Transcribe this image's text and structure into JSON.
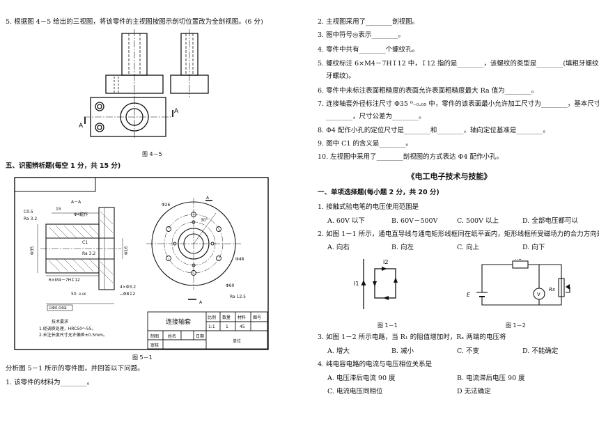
{
  "left": {
    "q5": "5. 根据图 4－5 给出的三视图，将该零件的主视图按图示剖切位置改为全剖视图。(6 分)",
    "fig45_caption": "图 4－5",
    "fig45_section_labels": {
      "a_right": "A",
      "a_left": "A"
    },
    "section5_heading": "五、识图辨析题(每空 1 分，共 15 分)",
    "fig51_caption": "图 5－1",
    "fig51_text": {
      "section_label": "A－A",
      "co5": "C0.5",
      "dim15": "15",
      "phi4": "Φ4配作",
      "ra32a": "Ra 3.2",
      "ra32b": "Ra 3.2",
      "c1": "C1",
      "thread": "6×M4－7H↧12",
      "dim50": "50",
      "tol50": "-0.06",
      "holes": "4×Φ3.2",
      "cb": "⌴Φ8↧2",
      "flat": "⊡Φ0.04⊞",
      "phi35": "Φ35",
      "phi16": "Φ16",
      "phi26": "Φ26",
      "deg30": "30°",
      "phi48": "Φ48",
      "phi60": "Φ60",
      "ra125": "Ra 12.5",
      "arrow_a": "A",
      "arrow_a2": "A",
      "req_title": "技术要求",
      "req1": "1.经调质处理，HRC50～55。",
      "req2": "2.未注长度尺寸允许偏差±0.5mm。"
    },
    "title_block": {
      "name": "连接轴套",
      "headers": [
        "比例",
        "数量",
        "材料",
        "图号"
      ],
      "values": [
        "1:1",
        "1",
        "45",
        ""
      ],
      "row_labels": [
        "制图",
        "姓名",
        "日期"
      ],
      "row_label2": "审核",
      "unit": "单位"
    },
    "analyze": "分析图 5－1 所示的零件图，并回答以下问题。",
    "q1": "1. 该零件的材料为________。"
  },
  "right": {
    "q2": "2. 主视图采用了________剖视图。",
    "q3": "3. 图中符号◎表示________。",
    "q4": "4. 零件中共有________个螺纹孔。",
    "q5a": "5. 螺纹标注 6×M4－7H↧12 中，↧12 指的是________，该螺纹的类型是________(填粗牙螺纹或细",
    "q5b": "牙螺纹)。",
    "q6": "6. 零件中未标注表面粗糙度的表面允许表面粗糙度最大 Ra 值为________。",
    "q7a": "7. 连接轴套外径标注尺寸 Φ35 ⁰₋₀.₀₅ 中，零件的该表面最小允许加工尺寸为________，基本尺寸是",
    "q7b": "________，尺寸公差为________。",
    "q8": "8. Φ4 配作小孔的定位尺寸是________和________，轴向定位基准是________。",
    "q9": "9. 图中 C1 的含义是________。",
    "q10": "10. 左视图中采用了________剖视图的方式表达 Φ4 配作小孔。",
    "book_title": "《电工电子技术与技能》",
    "sec1_heading": "一、单项选择题(每小题 2 分，共 20 分)",
    "mc1": "1. 接触式验电笔的电压使用范围是",
    "mc1_opts": [
      "A. 60V 以下",
      "B. 60V－500V",
      "C. 500V 以上",
      "D. 全部电压都可以"
    ],
    "mc2": "2. 如图 1－1 所示，通电直导线与通电矩形线框同在纸平面内，矩形线框所受磁场力的合力方向是",
    "mc2_opts": [
      "A. 向右",
      "B. 向左",
      "C. 向上",
      "D. 向下"
    ],
    "fig11": {
      "i1": "I1",
      "i2": "I2",
      "caption": "图 1－1"
    },
    "fig12": {
      "r1": "R1",
      "e": "E",
      "v": "V",
      "rx": "Rx",
      "caption": "图 1－2"
    },
    "mc3": "3. 如图 1－2 所示电路，当 R₁ 的阻值增加时，Rₓ 两端的电压将",
    "mc3_opts": [
      "A. 增大",
      "B. 减小",
      "C. 不变",
      "D. 不能确定"
    ],
    "mc4": "4. 纯电容电路的电流与电压相位关系是",
    "mc4_opts": [
      "A. 电压滞后电流 90 度",
      "B. 电流滞后电压 90 度",
      "C. 电流电压同相位",
      "D  无法确定"
    ]
  }
}
